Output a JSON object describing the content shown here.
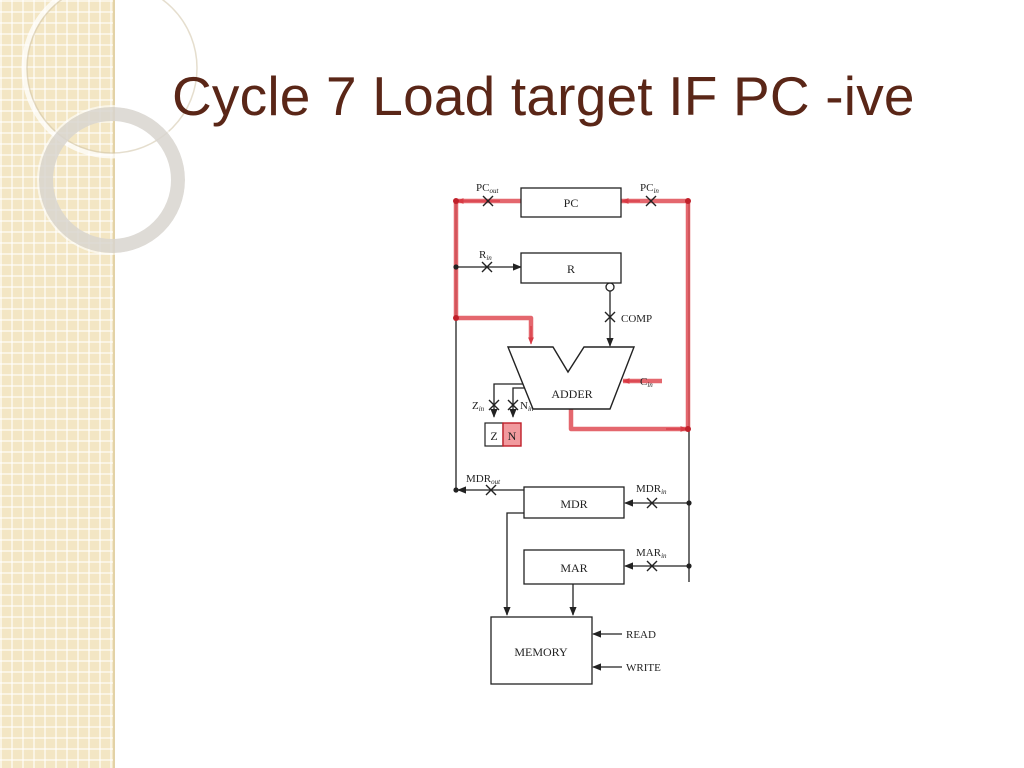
{
  "slide": {
    "title": "Cycle 7 Load target IF PC -ive"
  },
  "colors": {
    "title": "#5a2617",
    "highlight": "#e0525a",
    "sidebar": "#f3e6c4"
  },
  "diagram": {
    "blocks": {
      "pc": "PC",
      "r": "R",
      "adder": "ADDER",
      "z": "Z",
      "n": "N",
      "mdr": "MDR",
      "mar": "MAR",
      "memory": "MEMORY"
    },
    "signals": {
      "pc_out": {
        "base": "PC",
        "sub": "out"
      },
      "pc_in": {
        "base": "PC",
        "sub": "in"
      },
      "r_in": {
        "base": "R",
        "sub": "in"
      },
      "comp": {
        "base": "COMP",
        "sub": ""
      },
      "c_in": {
        "base": "C",
        "sub": "in"
      },
      "z_in": {
        "base": "Z",
        "sub": "in"
      },
      "n_in": {
        "base": "N",
        "sub": "in"
      },
      "mdr_out": {
        "base": "MDR",
        "sub": "out"
      },
      "mdr_in": {
        "base": "MDR",
        "sub": "in"
      },
      "mar_in": {
        "base": "MAR",
        "sub": "in"
      },
      "read": {
        "base": "READ",
        "sub": ""
      },
      "write": {
        "base": "WRITE",
        "sub": ""
      }
    }
  }
}
